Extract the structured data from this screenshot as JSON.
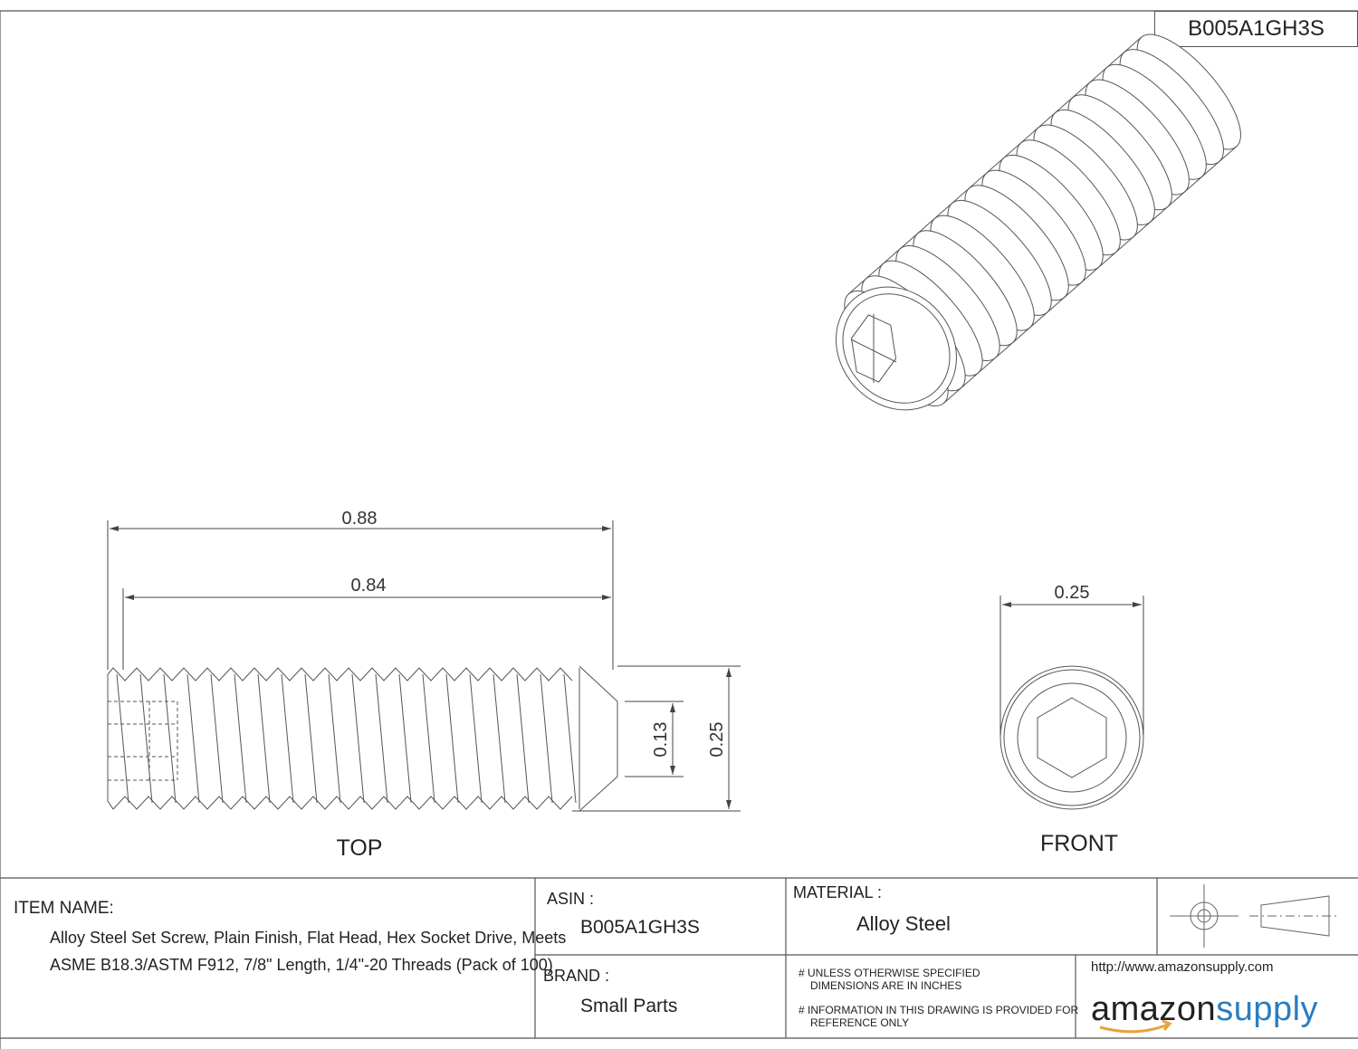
{
  "part_number": "B005A1GH3S",
  "views": {
    "top": "TOP",
    "front": "FRONT"
  },
  "dimensions": {
    "overall_length": "0.88",
    "thread_length": "0.84",
    "tip_diameter": "0.13",
    "diameter_top": "0.25",
    "diameter_front": "0.25"
  },
  "title_block": {
    "item_name_label": "ITEM NAME:",
    "item_name_line1": "Alloy Steel Set Screw, Plain Finish, Flat Head, Hex Socket Drive, Meets",
    "item_name_line2": "ASME B18.3/ASTM F912, 7/8\" Length, 1/4\"-20 Threads (Pack of 100)",
    "asin_label": "ASIN :",
    "asin_value": "B005A1GH3S",
    "brand_label": "BRAND :",
    "brand_value": "Small Parts",
    "material_label": "MATERIAL :",
    "material_value": "Alloy Steel",
    "note1_line1": "# UNLESS OTHERWISE SPECIFIED",
    "note1_line2": "DIMENSIONS ARE IN INCHES",
    "note2_line1": "# INFORMATION IN THIS DRAWING IS PROVIDED FOR",
    "note2_line2": "REFERENCE ONLY",
    "url": "http://www.amazonsupply.com",
    "logo_part1": "amazon",
    "logo_part2": "supply"
  },
  "colors": {
    "line": "#444444",
    "logo_blue": "#2a7dc0",
    "logo_smile": "#e8a33d"
  }
}
